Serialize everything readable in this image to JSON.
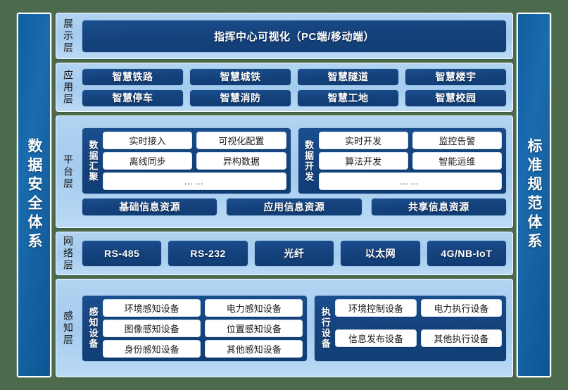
{
  "pillars": {
    "left": "数据安全体系",
    "right": "标准规范体系"
  },
  "layers": [
    {
      "id": "display",
      "label": "展示层",
      "boxes": [
        "指挥中心可视化（PC端/移动端）"
      ]
    },
    {
      "id": "application",
      "label": "应用层",
      "boxes": [
        "智慧铁路",
        "智慧城铁",
        "智慧隧道",
        "智慧楼宇",
        "智慧停车",
        "智慧消防",
        "智慧工地",
        "智慧校园"
      ]
    },
    {
      "id": "platform",
      "label": "平台层",
      "groups": [
        {
          "label": "数据汇聚",
          "items": [
            "实时接入",
            "可视化配置",
            "离线同步",
            "异构数据"
          ],
          "ellipsis": "……"
        },
        {
          "label": "数据开发",
          "items": [
            "实时开发",
            "监控告警",
            "算法开发",
            "智能运维"
          ],
          "ellipsis": "……"
        }
      ],
      "resources": [
        "基础信息资源",
        "应用信息资源",
        "共享信息资源"
      ]
    },
    {
      "id": "network",
      "label": "网络层",
      "boxes": [
        "RS-485",
        "RS-232",
        "光纤",
        "以太网",
        "4G/NB-IoT"
      ]
    },
    {
      "id": "sensing",
      "label": "感知层",
      "groups": [
        {
          "label": "感知设备",
          "items": [
            "环境感知设备",
            "电力感知设备",
            "图像感知设备",
            "位置感知设备",
            "身份感知设备",
            "其他感知设备"
          ]
        },
        {
          "label": "执行设备",
          "items": [
            "环境控制设备",
            "电力执行设备",
            "信息发布设备",
            "其他执行设备"
          ]
        }
      ]
    }
  ],
  "colors": {
    "background": "#4c6b4d",
    "pillar": "#135f9f",
    "layer_panel": "#a9cfef",
    "box_blue": "#15427c",
    "box_white": "#ffffff"
  }
}
